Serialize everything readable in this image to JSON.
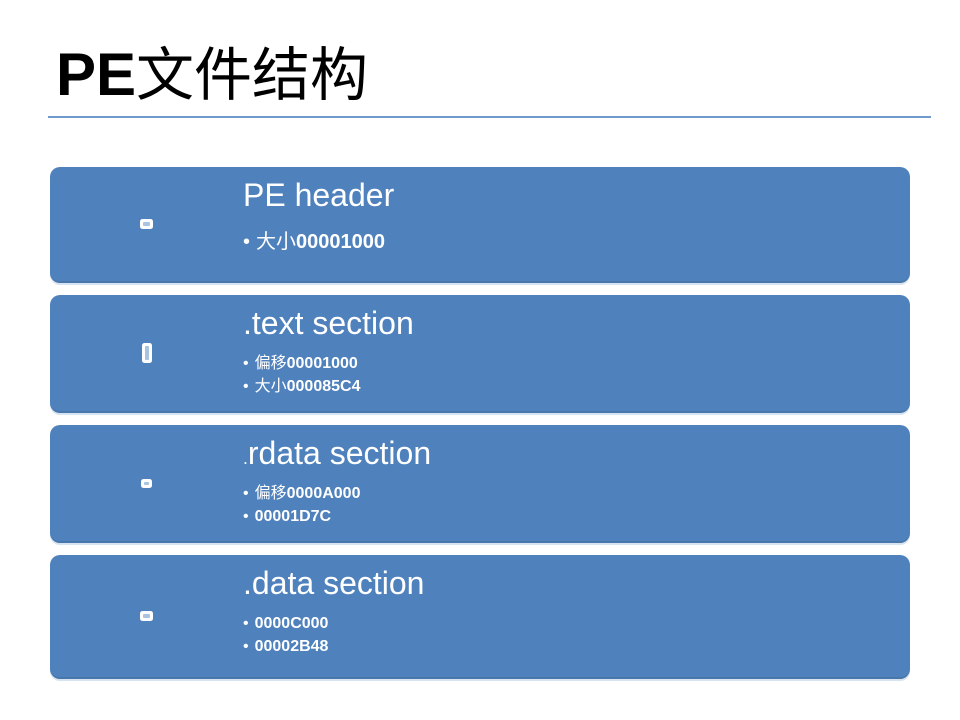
{
  "slide": {
    "title": {
      "latin": "PE",
      "cjk": "文件结构"
    }
  },
  "cards": [
    {
      "icon": "thumbnail-icon",
      "dot": "",
      "title": "PE header",
      "bullets": [
        {
          "label": "大小",
          "value": "00001000"
        }
      ]
    },
    {
      "icon": "thumbnail-icon",
      "dot": "",
      "title": ".text section",
      "bullets": [
        {
          "label": "偏移",
          "value": "00001000"
        },
        {
          "label": "大小",
          "value": "000085C4"
        }
      ]
    },
    {
      "icon": "thumbnail-icon",
      "dot": ".",
      "title": "rdata section",
      "bullets": [
        {
          "label": "偏移",
          "value": "0000A000"
        },
        {
          "label": "",
          "value": "00001D7C"
        }
      ]
    },
    {
      "icon": "thumbnail-icon",
      "dot": "",
      "title": ".data section",
      "bullets": [
        {
          "label": "",
          "value": "0000C000"
        },
        {
          "label": "",
          "value": "00002B48"
        }
      ]
    }
  ],
  "colors": {
    "card_blue": "#4f81bd",
    "card_border_bottom": "#4777ab",
    "title_rule": "#6f98cb",
    "card_text": "#ffffff",
    "title_text": "#000000",
    "thumb_inner": "#a9c4e0"
  }
}
